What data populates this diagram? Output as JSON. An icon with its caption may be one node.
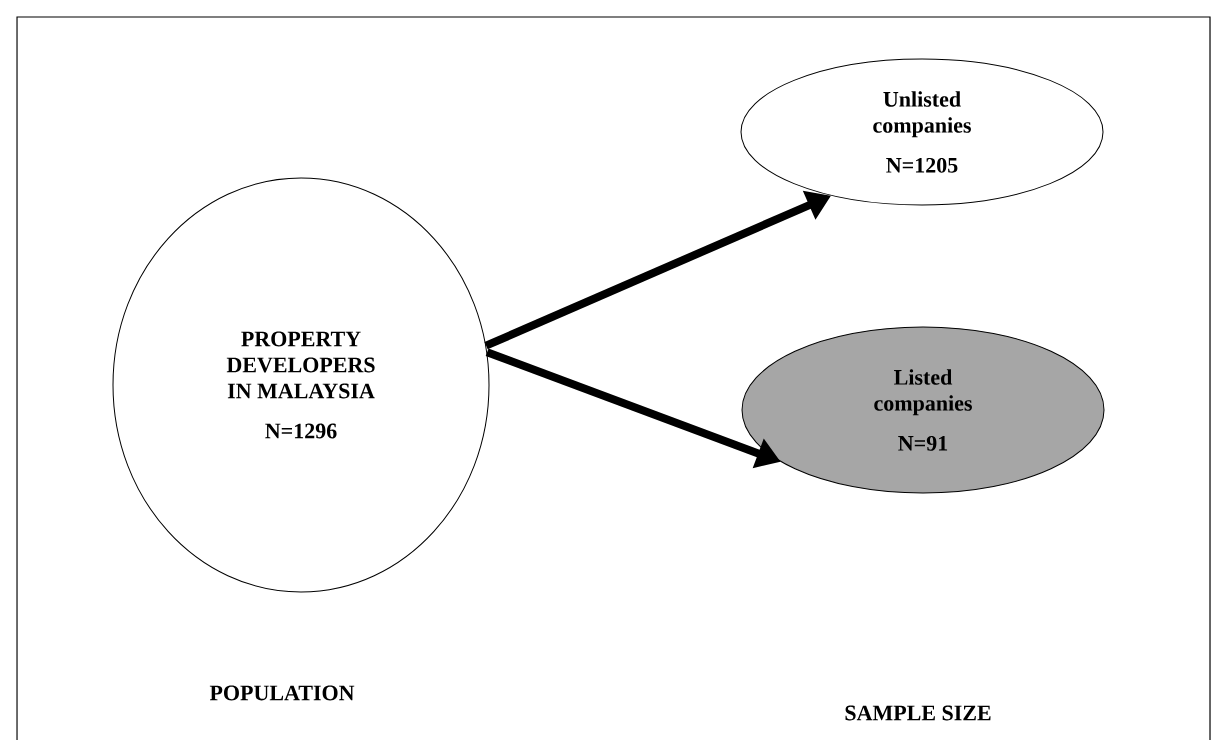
{
  "diagram": {
    "nodes": [
      {
        "text": [
          "PROPERTY DEVELOPERS IN MALAYSIA",
          "N=1296"
        ]
      },
      {
        "text": [
          "Unlisted companies",
          "N=1205"
        ]
      },
      {
        "text": [
          "Listed companies",
          "N=91"
        ]
      }
    ],
    "edges": [
      {
        "from": 0,
        "to": 1,
        "arrow": "to"
      },
      {
        "from": 0,
        "to": 2,
        "arrow": "to"
      }
    ],
    "labels": [
      "POPULATION",
      "SAMPLE SIZE"
    ]
  }
}
